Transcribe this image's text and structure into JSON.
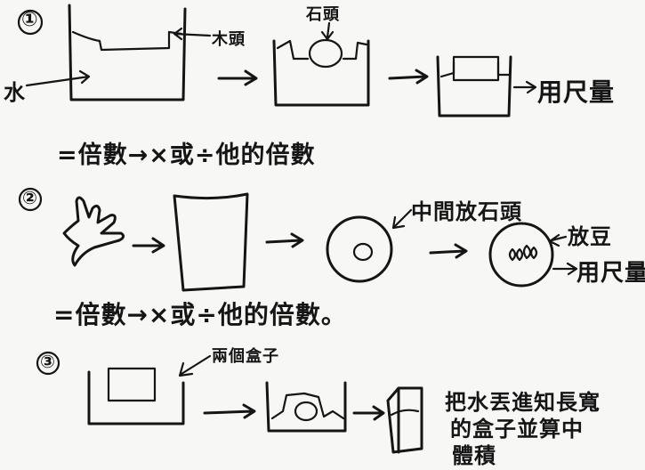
{
  "steps": [
    {
      "marker": "①",
      "labels": {
        "wood": "木頭",
        "stone": "石頭",
        "water": "水",
        "measure": "用尺量"
      },
      "formula": "=倍數→×或÷他的倍數"
    },
    {
      "marker": "②",
      "labels": {
        "center_stone": "中間放石頭",
        "put_pea": "放豆",
        "measure": "用尺量"
      },
      "formula": "=倍數→×或÷他的倍數。"
    },
    {
      "marker": "③",
      "labels": {
        "two_boxes": "兩個盒子",
        "instruction_line1": "把水丟進知長寬",
        "instruction_line2": "的盒子並算中",
        "instruction_line3": "體積"
      }
    }
  ]
}
